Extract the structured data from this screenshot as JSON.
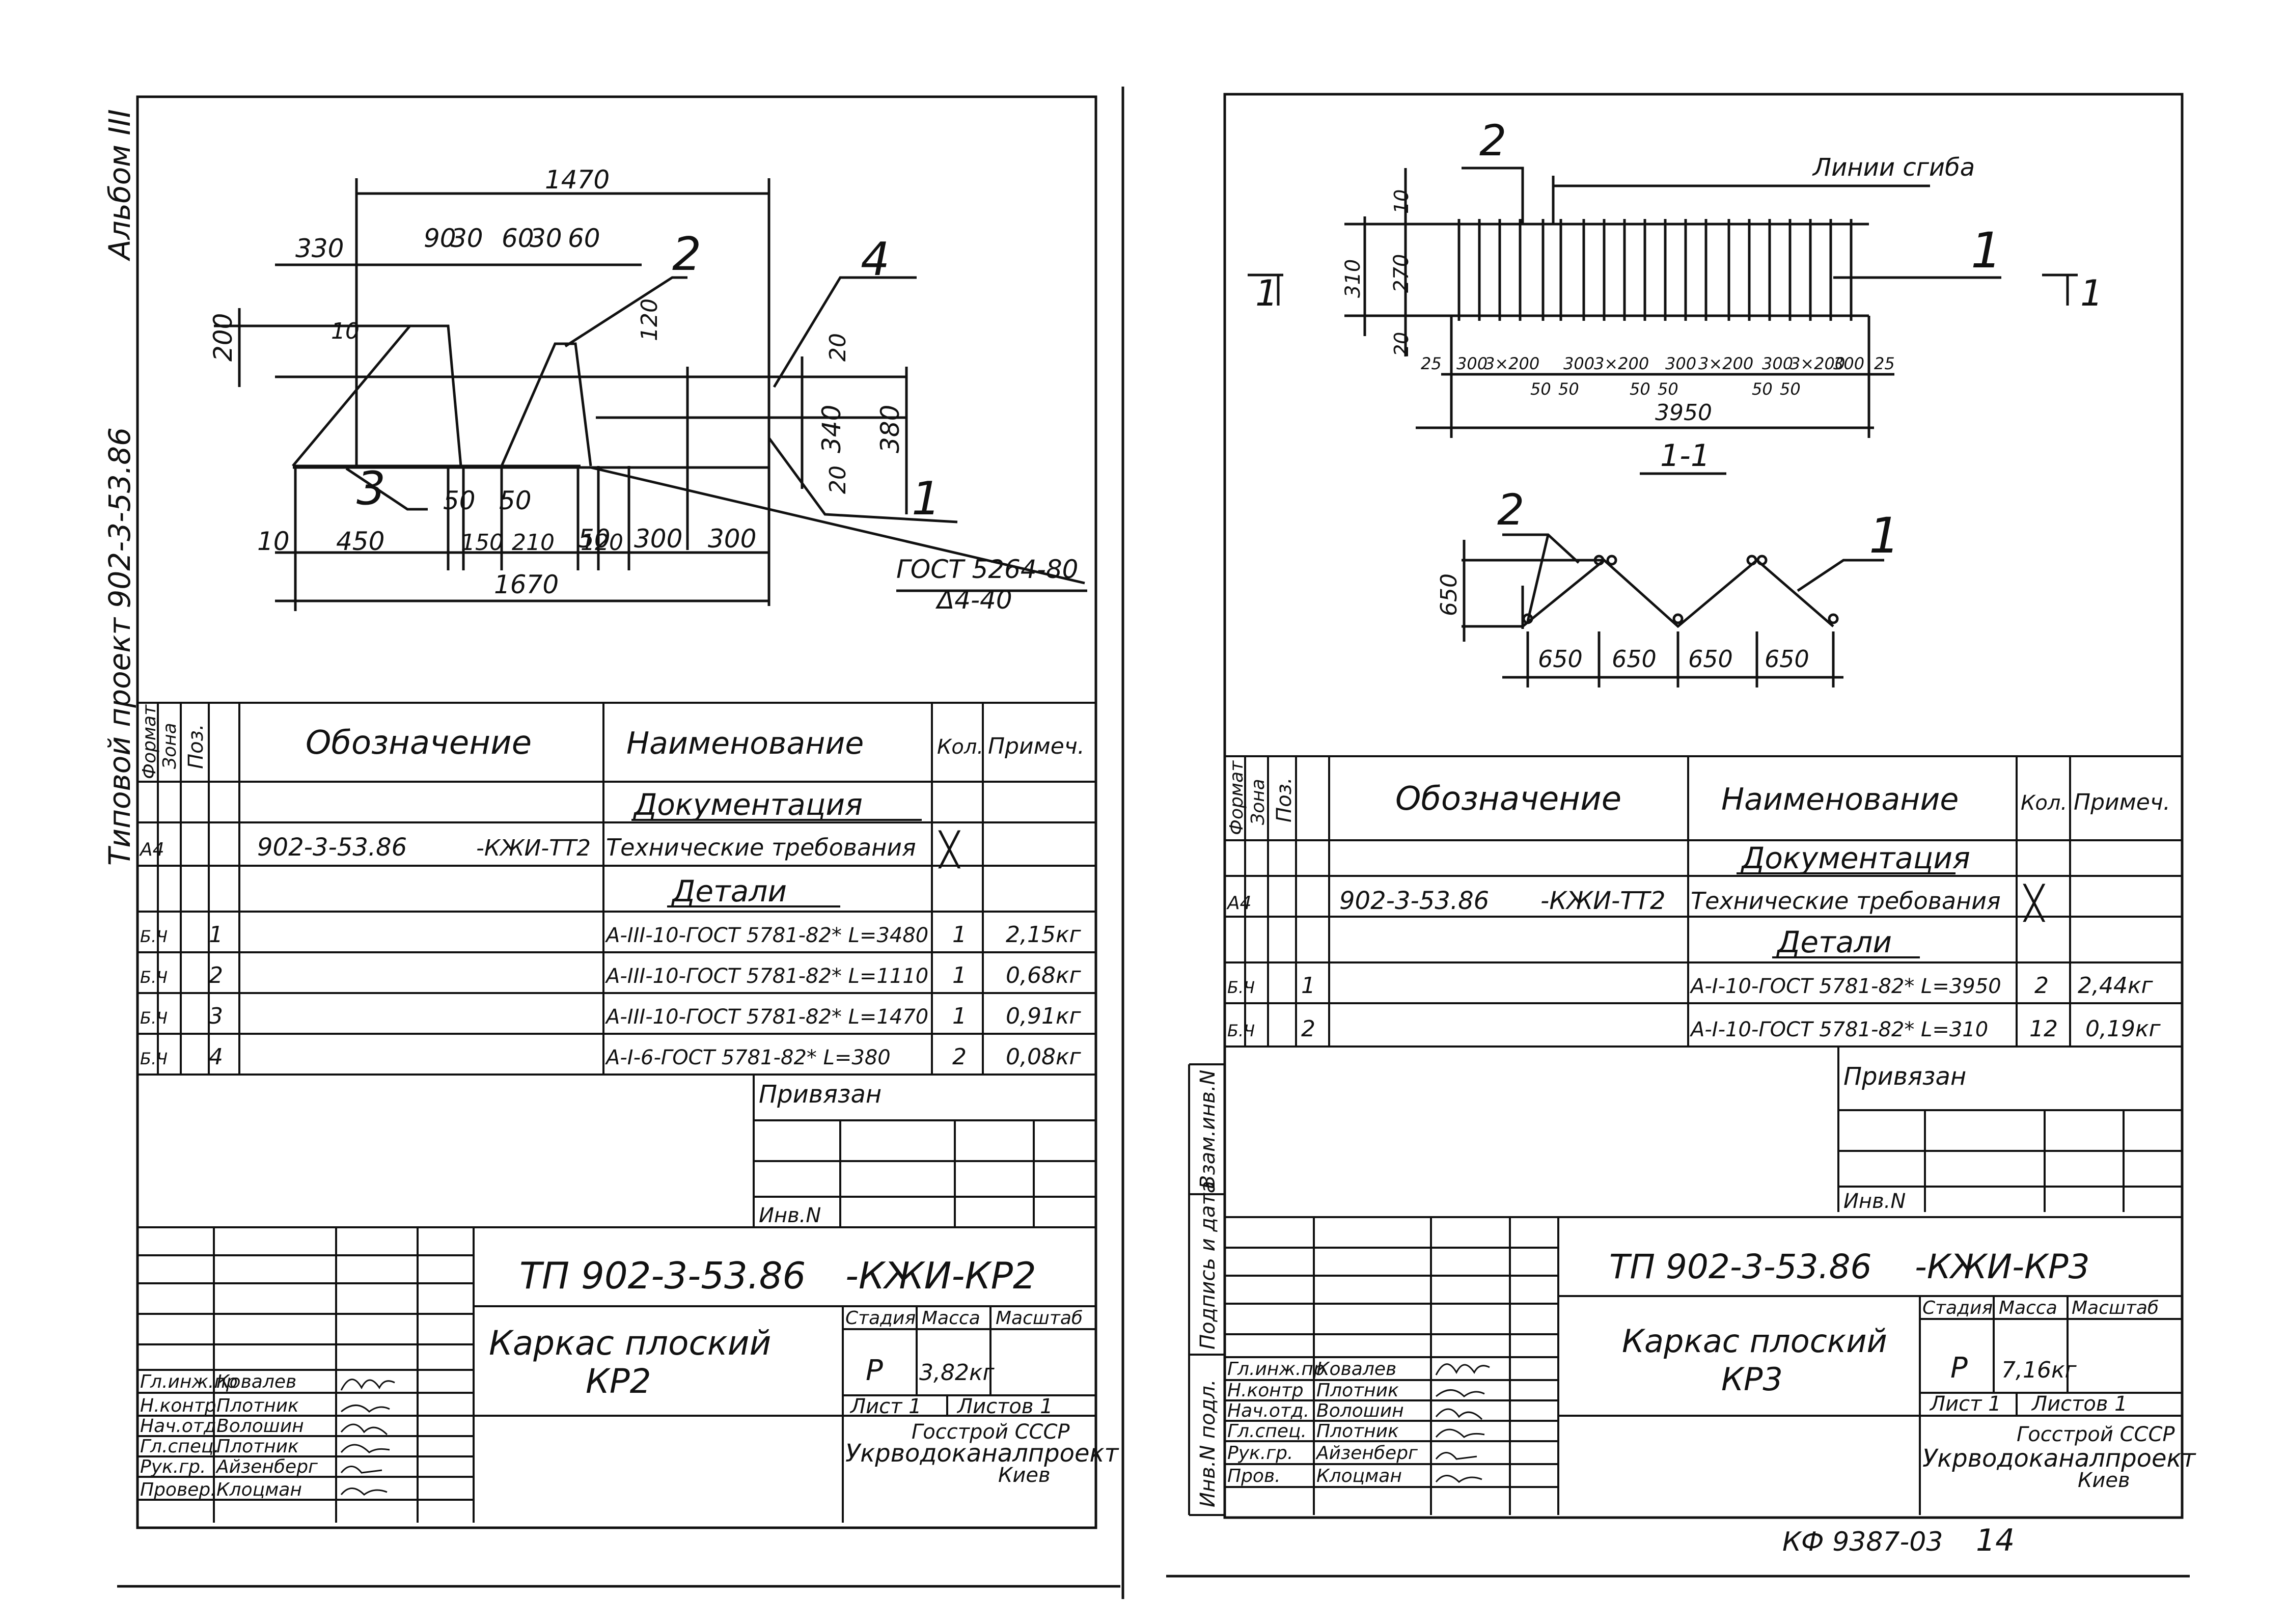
{
  "left_sheet": {
    "side_text_album": "Альбом III",
    "side_text_project": "Типовой проект 902-3-53.86",
    "drawing": {
      "dims_top": [
        "1470",
        "330",
        "90",
        "30",
        "60",
        "30",
        "60"
      ],
      "dim_left_200": "200",
      "dim_10": "10",
      "dim_120": "120",
      "dims_right": [
        "20",
        "340",
        "380",
        "20"
      ],
      "dims_bottom_row1": [
        "50",
        "50",
        "50"
      ],
      "dims_bottom_row2": [
        "10",
        "450",
        "150",
        "210",
        "120",
        "300",
        "300"
      ],
      "dim_total": "1670",
      "callouts": [
        "1",
        "2",
        "3",
        "4"
      ],
      "weld_note_1": "ГОСТ 5264-80",
      "weld_note_2": "Δ4-40"
    },
    "spec_table": {
      "headers": {
        "format": "Формат",
        "zone": "Зона",
        "pos": "Поз.",
        "designation": "Обозначение",
        "name": "Наименование",
        "qty": "Кол.",
        "note": "Примеч."
      },
      "section_doc": "Документация",
      "doc_row": {
        "format": "А4",
        "designation": "902-3-53.86",
        "designation_suffix": "-КЖИ-ТТ2",
        "name": "Технические требования",
        "qty": "╳"
      },
      "section_parts": "Детали",
      "rows": [
        {
          "format": "Б.Ч",
          "pos": "1",
          "name": "А-III-10-ГОСТ 5781-82* L=3480",
          "qty": "1",
          "note": "2,15кг"
        },
        {
          "format": "Б.Ч",
          "pos": "2",
          "name": "А-III-10-ГОСТ 5781-82* L=1110",
          "qty": "1",
          "note": "0,68кг"
        },
        {
          "format": "Б.Ч",
          "pos": "3",
          "name": "А-III-10-ГОСТ 5781-82* L=1470",
          "qty": "1",
          "note": "0,91кг"
        },
        {
          "format": "Б.Ч",
          "pos": "4",
          "name": "А-I-6-ГОСТ 5781-82* L=380",
          "qty": "2",
          "note": "0,08кг"
        }
      ],
      "privyazan": "Привязан",
      "inv_n": "Инв.N"
    },
    "title_block": {
      "code": "ТП 902-3-53.86",
      "code_suffix": "-КЖИ-КР2",
      "title_line1": "Каркас плоский",
      "title_line2": "КР2",
      "stage_label": "Стадия",
      "mass_label": "Масса",
      "scale_label": "Масштаб",
      "stage": "Р",
      "mass": "3,82кг",
      "sheet": "Лист 1",
      "sheets": "Листов 1",
      "org1": "Госстрой СССР",
      "org2": "Укрводоканалпроект",
      "org3": "Киев",
      "staff": [
        {
          "role": "Гл.инж.пр",
          "name": "Ковалев"
        },
        {
          "role": "Н.контр",
          "name": "Плотник"
        },
        {
          "role": "Нач.отд.",
          "name": "Волошин"
        },
        {
          "role": "Гл.спец.",
          "name": "Плотник"
        },
        {
          "role": "Рук.гр.",
          "name": "Айзенберг"
        },
        {
          "role": "Провер.",
          "name": "Клоцман"
        }
      ]
    }
  },
  "right_sheet": {
    "drawing": {
      "label_2": "2",
      "bend_lines": "Линии сгиба",
      "label_1": "1",
      "section_mark_left": "1",
      "section_mark_right": "1",
      "dims_left": [
        "10",
        "270",
        "310",
        "20"
      ],
      "dims_bottom": [
        "25",
        "300",
        "3×200",
        "300",
        "3×200",
        "300",
        "3×200",
        "300",
        "3×200",
        "300",
        "25"
      ],
      "dims_50": [
        "50",
        "50",
        "50",
        "50",
        "50",
        "50"
      ],
      "dim_total": "3950",
      "section_label": "1-1",
      "section_label_2": "2",
      "section_label_1": "1",
      "dim_650_v": "650",
      "dims_650": [
        "650",
        "650",
        "650",
        "650"
      ]
    },
    "side_labels": [
      "Инв.N подл.",
      "Подпись и дата",
      "Взам.инв.N"
    ],
    "spec_table": {
      "headers": {
        "format": "Формат",
        "zone": "Зона",
        "pos": "Поз.",
        "designation": "Обозначение",
        "name": "Наименование",
        "qty": "Кол.",
        "note": "Примеч."
      },
      "section_doc": "Документация",
      "doc_row": {
        "format": "А4",
        "designation": "902-3-53.86",
        "designation_suffix": "-КЖИ-ТТ2",
        "name": "Технические требования",
        "qty": "╳"
      },
      "section_parts": "Детали",
      "rows": [
        {
          "format": "Б.Ч",
          "pos": "1",
          "name": "А-I-10-ГОСТ 5781-82* L=3950",
          "qty": "2",
          "note": "2,44кг"
        },
        {
          "format": "Б.Ч",
          "pos": "2",
          "name": "А-I-10-ГОСТ 5781-82* L=310",
          "qty": "12",
          "note": "0,19кг"
        }
      ],
      "privyazan": "Привязан",
      "inv_n": "Инв.N"
    },
    "title_block": {
      "code": "ТП 902-3-53.86",
      "code_suffix": "-КЖИ-КР3",
      "title_line1": "Каркас плоский",
      "title_line2": "КР3",
      "stage_label": "Стадия",
      "mass_label": "Масса",
      "scale_label": "Масштаб",
      "stage": "Р",
      "mass": "7,16кг",
      "sheet": "Лист 1",
      "sheets": "Листов 1",
      "org1": "Госстрой СССР",
      "org2": "Укрводоканалпроект",
      "org3": "Киев",
      "staff": [
        {
          "role": "Гл.инж.пр",
          "name": "Ковалев"
        },
        {
          "role": "Н.контр",
          "name": "Плотник"
        },
        {
          "role": "Нач.отд.",
          "name": "Волошин"
        },
        {
          "role": "Гл.спец.",
          "name": "Плотник"
        },
        {
          "role": "Рук.гр.",
          "name": "Айзенберг"
        },
        {
          "role": "Пров.",
          "name": "Клоцман"
        }
      ]
    },
    "footer_code": "КФ 9387-03",
    "footer_page": "14"
  }
}
